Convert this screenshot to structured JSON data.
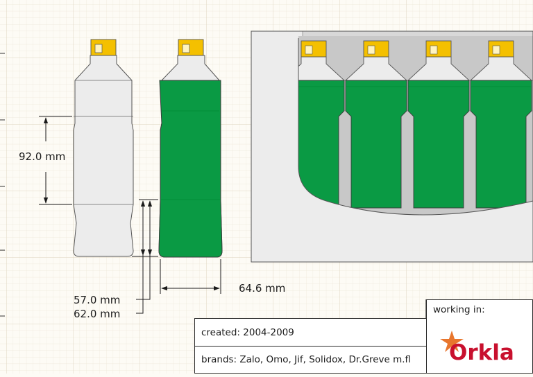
{
  "dimensions": {
    "height_upper": "92.0 mm",
    "height_lower_inner": "57.0 mm",
    "height_lower_outer": "62.0 mm",
    "width": "64.6 mm"
  },
  "title_block": {
    "working_in_label": "working in:",
    "created": "created: 2004-2009",
    "brands": "brands: Zalo, Omo, Jif, Solidox, Dr.Greve m.fl"
  },
  "logo": {
    "text": "Orkla",
    "color": "#c8102e",
    "star_color": "#e8762d"
  },
  "colors": {
    "liquid_green": "#0a9a44",
    "cap_yellow": "#f4c000",
    "empty_bottle": "#ececec",
    "crate": "#ececec",
    "outline": "#444444"
  }
}
